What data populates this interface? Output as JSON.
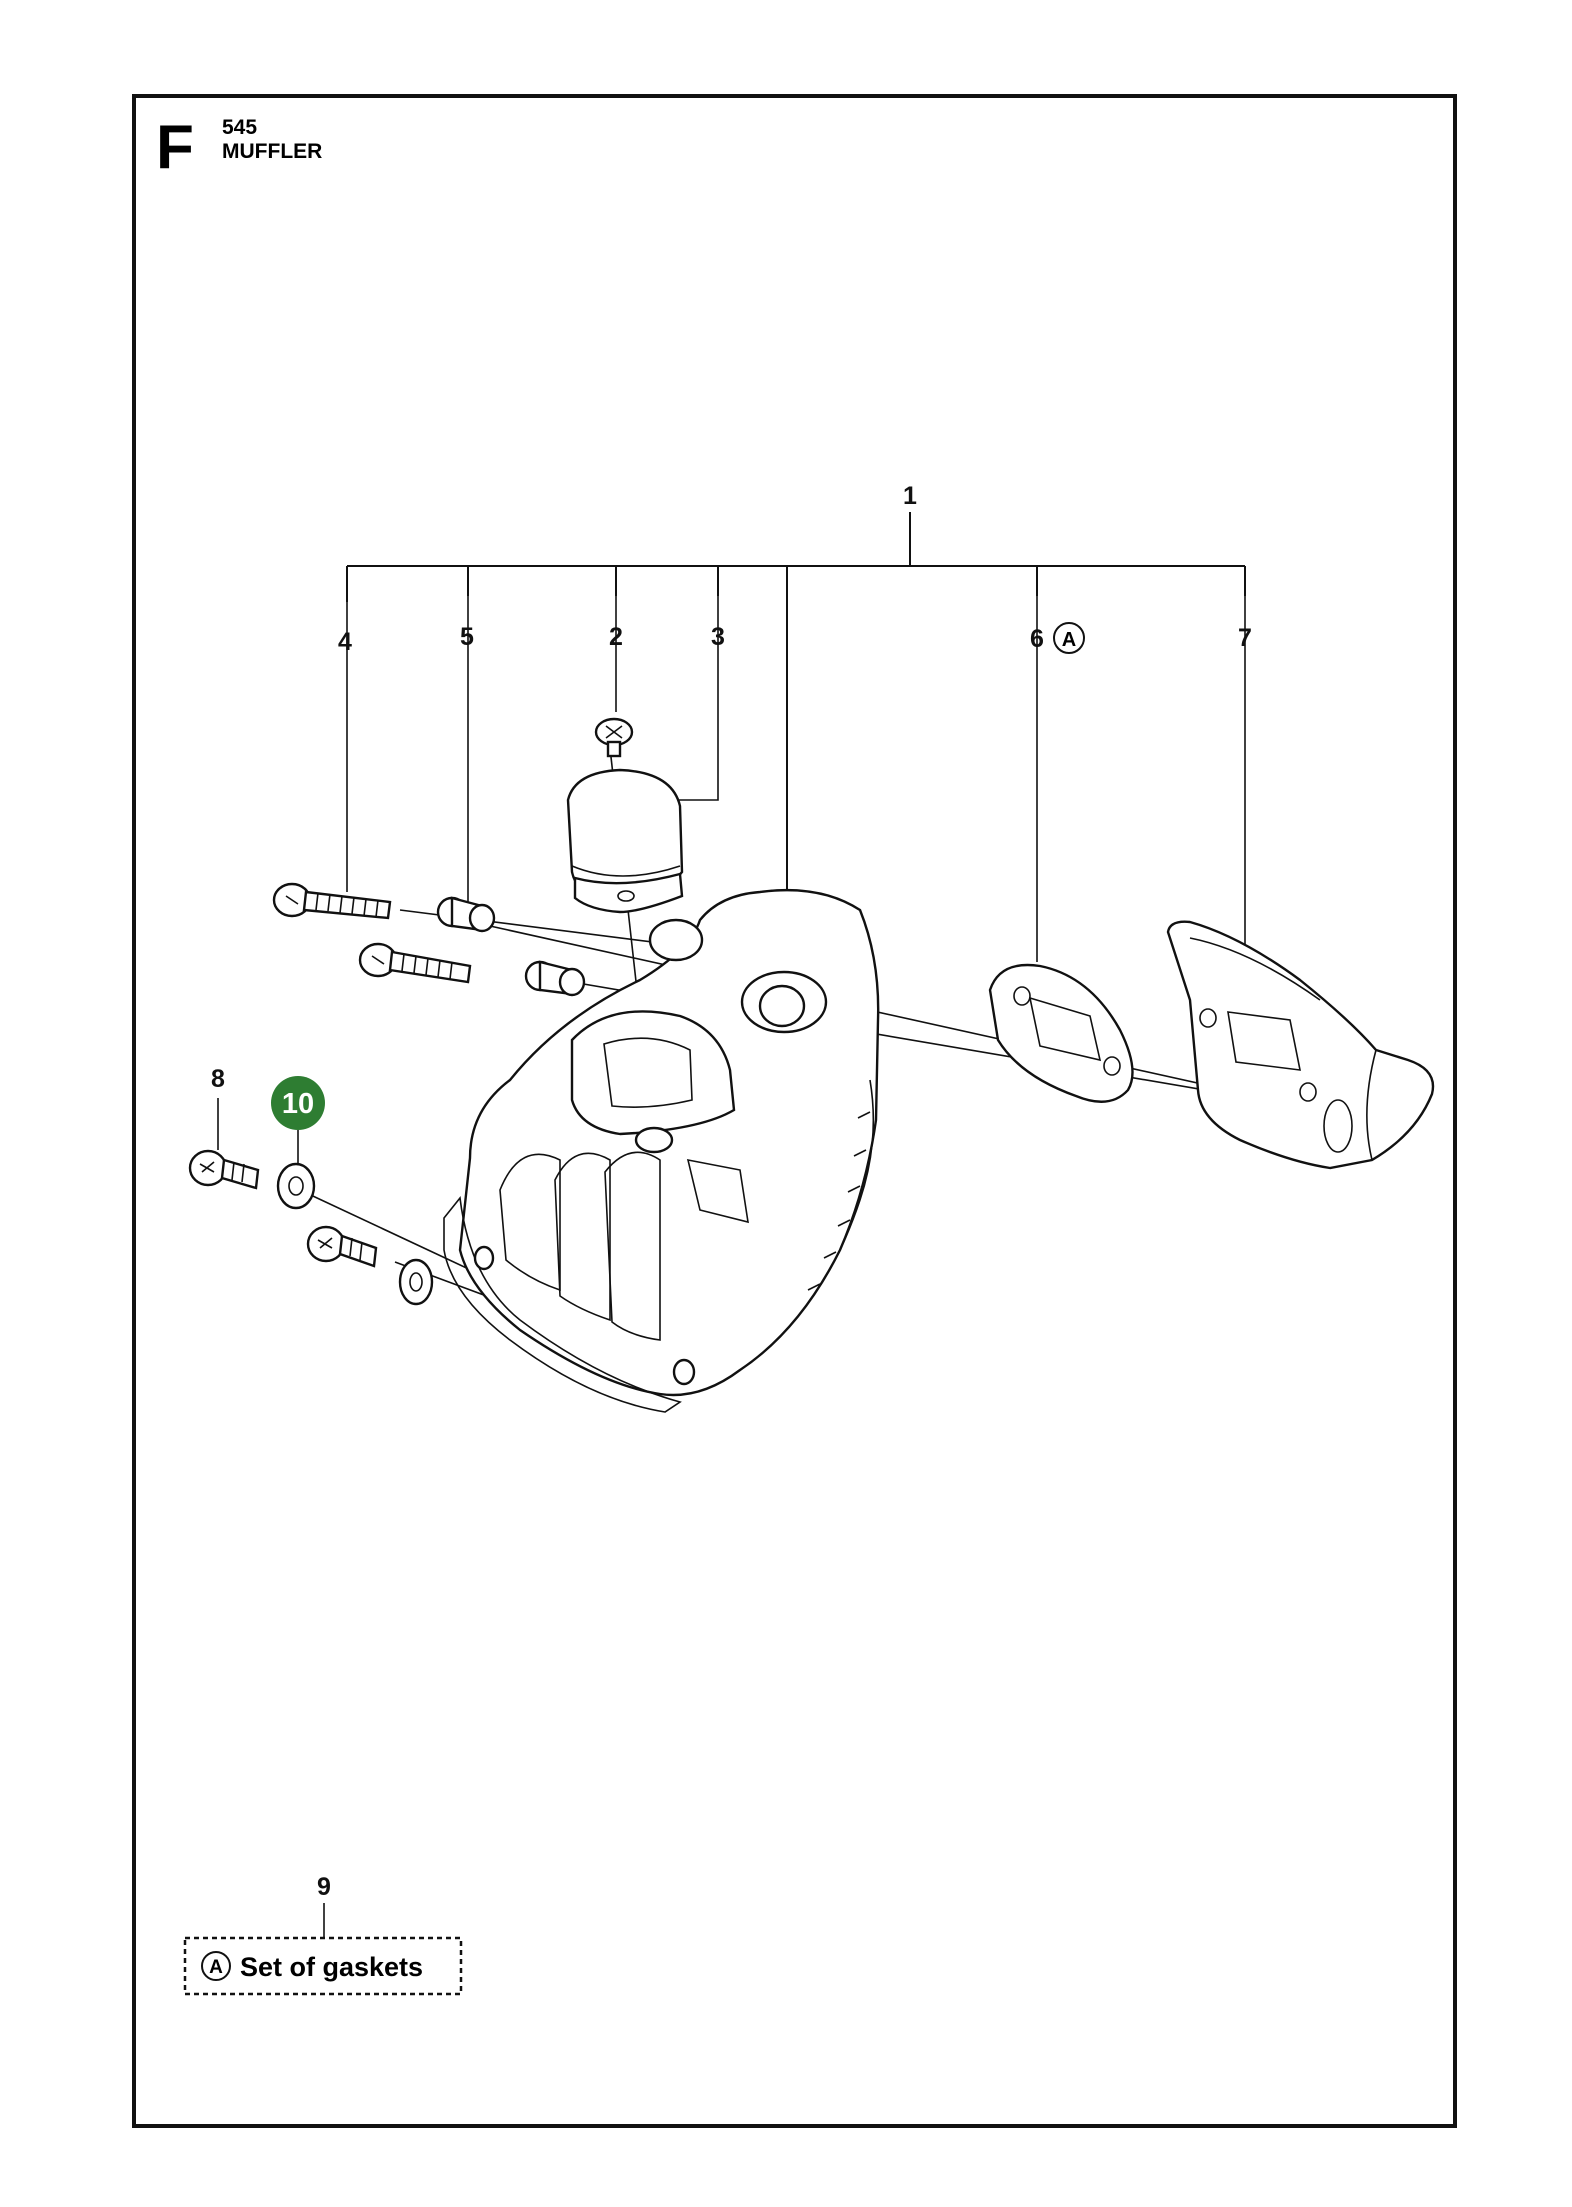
{
  "header": {
    "section_letter": "F",
    "model": "545",
    "title": "MUFFLER"
  },
  "callouts": {
    "c1": "1",
    "c2": "2",
    "c3": "3",
    "c4": "4",
    "c5": "5",
    "c6": "6",
    "c6_marker": "A",
    "c7": "7",
    "c8": "8",
    "c9": "9",
    "c10": "10"
  },
  "legend": {
    "marker": "A",
    "text": "Set of gaskets"
  },
  "colors": {
    "highlight": "#2e7d32",
    "frame": "#111111"
  }
}
